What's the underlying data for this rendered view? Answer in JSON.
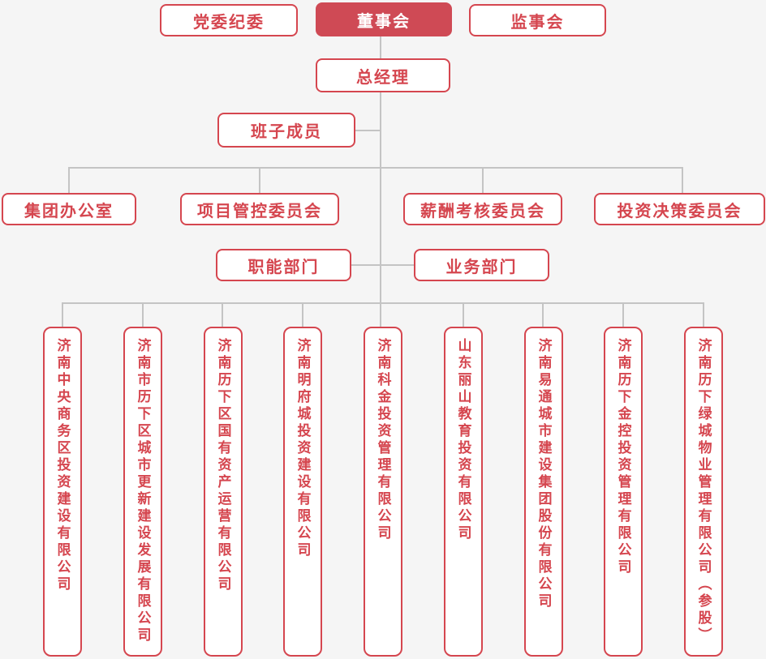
{
  "colors": {
    "accent": "#d5464f",
    "accent-fill": "#cf4a55",
    "line": "#c4c4c4",
    "page-bg": "#f5f5f5",
    "node-bg": "#ffffff"
  },
  "nodes": {
    "party_discipline": "党委纪委",
    "board": "董事会",
    "supervisory": "监事会",
    "general_manager": "总经理",
    "leadership_team": "班子成员",
    "group_office": "集团办公室",
    "project_control_committee": "项目管控委员会",
    "salary_assessment_committee": "薪酬考核委员会",
    "investment_decision_committee": "投资决策委员会",
    "functional_departments": "职能部门",
    "business_departments": "业务部门"
  },
  "companies": [
    "济南中央商务区投资建设有限公司",
    "济南市历下区城市更新建设发展有限公司",
    "济南历下区国有资产运营有限公司",
    "济南明府城投资建设有限公司",
    "济南科金投资管理有限公司",
    "山东丽山教育投资有限公司",
    "济南易通城市建设集团股份有限公司",
    "济南历下金控投资管理有限公司",
    "济南历下绿城物业管理有限公司（参股）"
  ]
}
